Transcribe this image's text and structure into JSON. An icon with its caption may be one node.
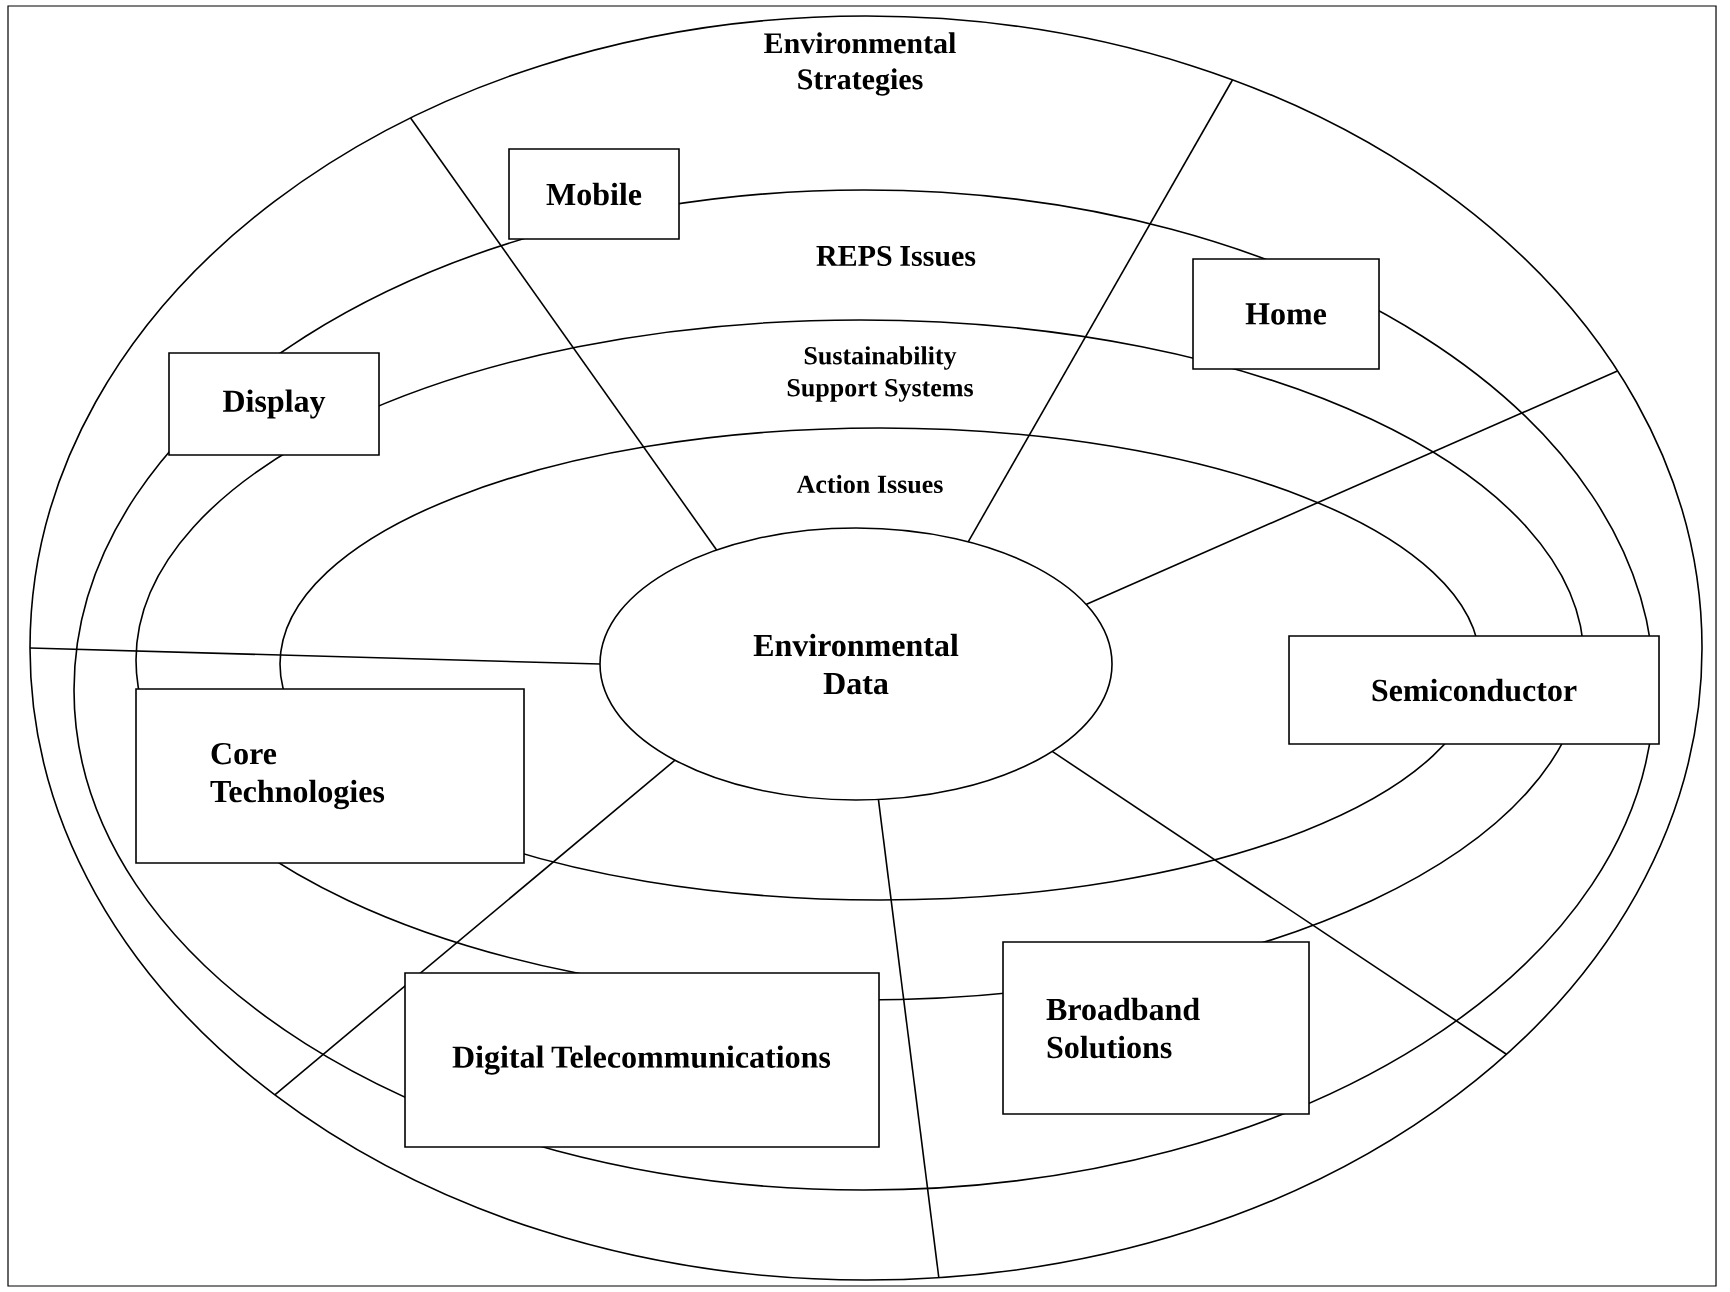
{
  "diagram": {
    "nodes": [
      {
        "text": [
          "Environmental Strategies"
        ]
      },
      {
        "text": [
          "REPS Issues"
        ],
        "in": 0
      },
      {
        "text": [
          "Sustainability Support Systems"
        ],
        "in": 1
      },
      {
        "text": [
          "Action Issues"
        ],
        "in": 2
      },
      {
        "text": [
          "Environmental Data"
        ],
        "in": 3
      },
      {
        "text": [
          "Mobile"
        ],
        "in": 0
      },
      {
        "text": [
          "Home"
        ],
        "in": 1
      },
      {
        "text": [
          "Display"
        ],
        "in": 1
      },
      {
        "text": [
          "Semiconductor"
        ],
        "in": 1
      },
      {
        "text": [
          "Core Technologies"
        ],
        "in": 2
      },
      {
        "text": [
          "Broadband Solutions"
        ],
        "in": 1
      },
      {
        "text": [
          "Digital Telecommunications"
        ],
        "in": 1
      }
    ]
  }
}
